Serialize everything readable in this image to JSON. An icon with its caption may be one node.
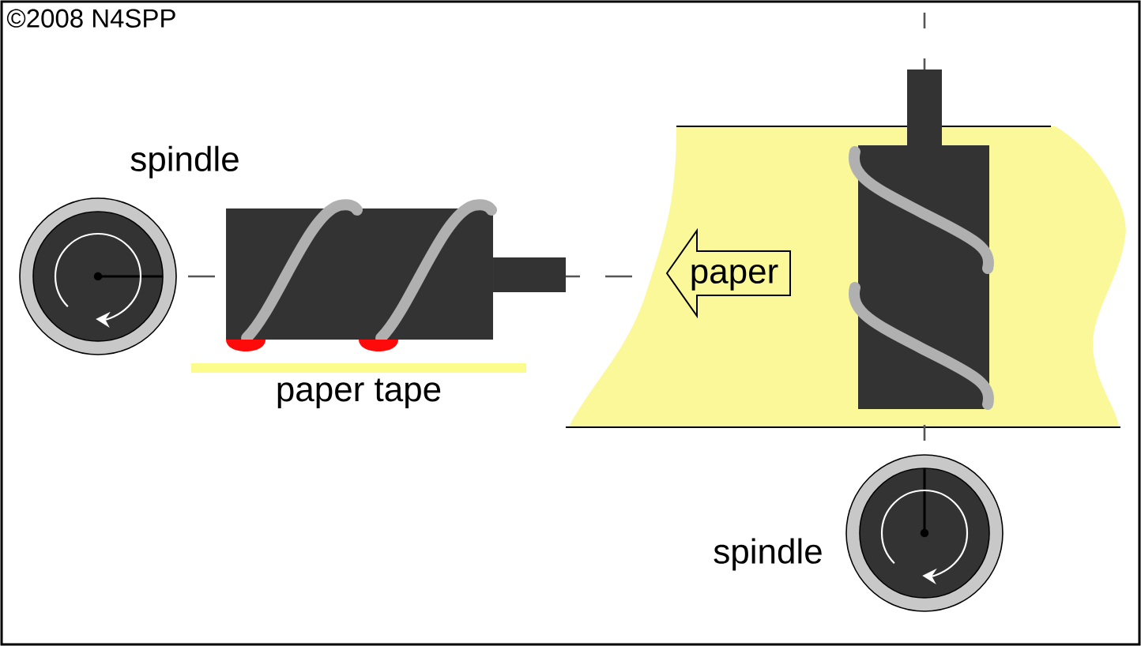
{
  "diagram": {
    "nodes": [
      {
        "text": [
          "paper"
        ]
      }
    ],
    "labels": [
      "©2008 N4SPP",
      "spindle",
      "paper tape",
      "spindle"
    ]
  }
}
